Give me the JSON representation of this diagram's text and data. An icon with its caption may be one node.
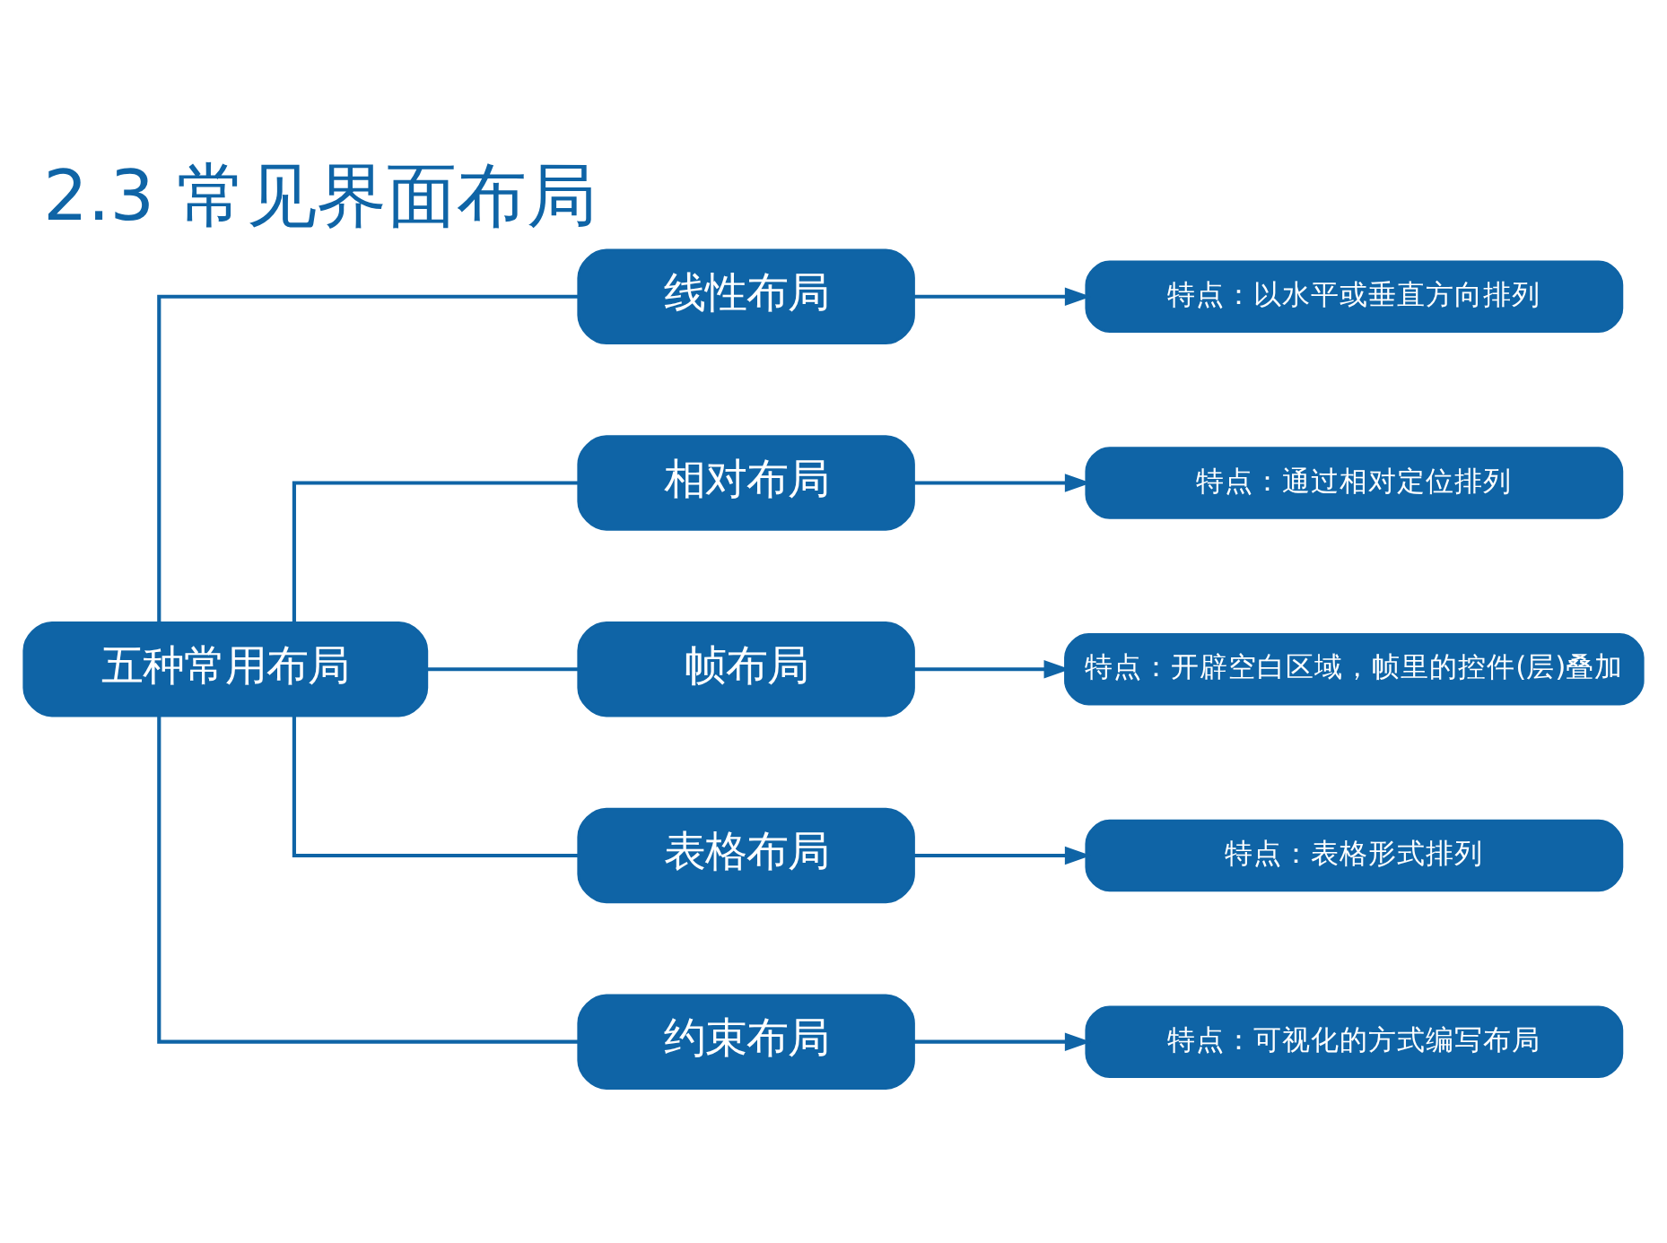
{
  "diagram": {
    "title": "2.3 常见界面布局",
    "nodes": [
      {
        "text": [
          "五种常用布局"
        ]
      },
      {
        "text": [
          "线性布局"
        ]
      },
      {
        "text": [
          "特点：以水平或垂直方向排列"
        ]
      },
      {
        "text": [
          "相对布局"
        ]
      },
      {
        "text": [
          "特点：通过相对定位排列"
        ]
      },
      {
        "text": [
          "帧布局"
        ]
      },
      {
        "text": [
          "特点：开辟空白区域，帧里的控件(层)叠加"
        ]
      },
      {
        "text": [
          "表格布局"
        ]
      },
      {
        "text": [
          "特点：表格形式排列"
        ]
      },
      {
        "text": [
          "约束布局"
        ]
      },
      {
        "text": [
          "特点：可视化的方式编写布局"
        ]
      }
    ],
    "edges": [
      {
        "from": 0,
        "to": 1,
        "arrow": "none"
      },
      {
        "from": 0,
        "to": 3,
        "arrow": "none"
      },
      {
        "from": 0,
        "to": 5,
        "arrow": "none"
      },
      {
        "from": 0,
        "to": 7,
        "arrow": "none"
      },
      {
        "from": 0,
        "to": 9,
        "arrow": "none"
      },
      {
        "from": 1,
        "to": 2,
        "arrow": "to"
      },
      {
        "from": 3,
        "to": 4,
        "arrow": "to"
      },
      {
        "from": 5,
        "to": 6,
        "arrow": "to"
      },
      {
        "from": 7,
        "to": 8,
        "arrow": "to"
      },
      {
        "from": 9,
        "to": 10,
        "arrow": "to"
      }
    ]
  }
}
